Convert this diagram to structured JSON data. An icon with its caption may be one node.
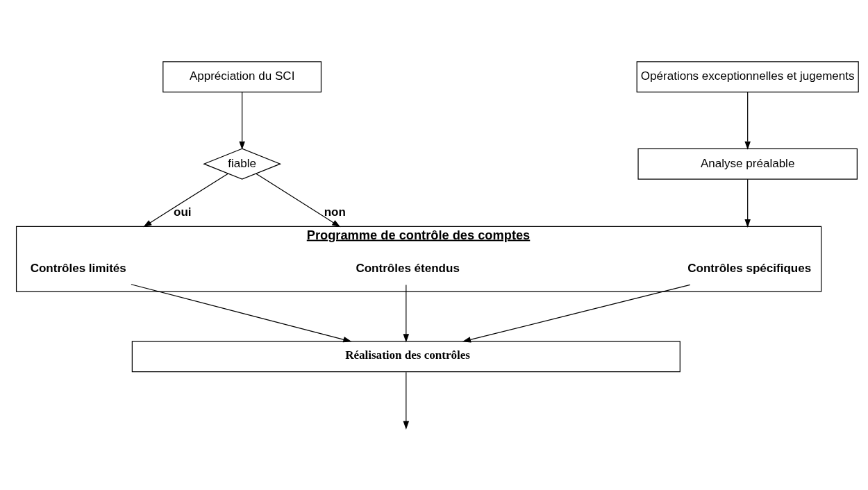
{
  "diagram": {
    "nodes": [
      {
        "text": [
          "Appréciation du SCI"
        ]
      },
      {
        "text": [
          "fiable"
        ]
      },
      {
        "text": [
          "Opérations exceptionnelles et jugements"
        ]
      },
      {
        "text": [
          "Analyse préalable"
        ]
      },
      {
        "text": [
          "Programme de contrôle des comptes"
        ]
      },
      {
        "text": [
          "Contrôles limités"
        ],
        "in": 4
      },
      {
        "text": [
          "Contrôles étendus"
        ],
        "in": 4
      },
      {
        "text": [
          "Contrôles spécifiques"
        ],
        "in": 4
      },
      {
        "text": [
          "Réalisation des contrôles"
        ]
      }
    ],
    "edges": [
      {
        "from": 0,
        "to": 1,
        "arrow": "to"
      },
      {
        "from": 1,
        "to": 4,
        "arrow": "to",
        "label": "oui"
      },
      {
        "from": 1,
        "to": 4,
        "arrow": "to",
        "label": "non"
      },
      {
        "from": 2,
        "to": 3,
        "arrow": "to"
      },
      {
        "from": 3,
        "to": 4,
        "arrow": "to"
      },
      {
        "from": 5,
        "to": 8,
        "arrow": "to"
      },
      {
        "from": 6,
        "to": 8,
        "arrow": "to"
      },
      {
        "from": 7,
        "to": 8,
        "arrow": "to"
      },
      {
        "from": 8,
        "to": null,
        "arrow": "to"
      }
    ]
  }
}
